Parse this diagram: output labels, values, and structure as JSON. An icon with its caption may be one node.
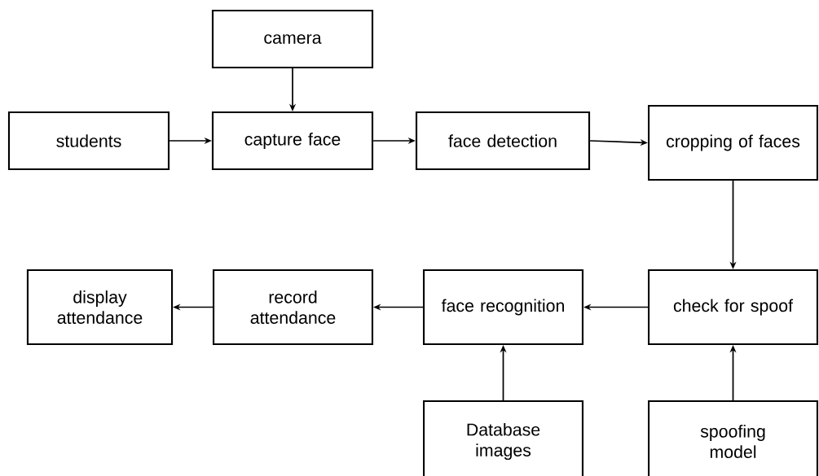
{
  "diagram": {
    "nodes": [
      {
        "text": [
          "camera"
        ]
      },
      {
        "text": [
          "students"
        ]
      },
      {
        "text": [
          "capture face"
        ]
      },
      {
        "text": [
          "face detection"
        ]
      },
      {
        "text": [
          "cropping of faces"
        ]
      },
      {
        "text": [
          "display attendance"
        ]
      },
      {
        "text": [
          "record attendance"
        ]
      },
      {
        "text": [
          "face recognition"
        ]
      },
      {
        "text": [
          "check for spoof"
        ]
      },
      {
        "text": [
          "Database images"
        ]
      },
      {
        "text": [
          "spoofing model"
        ]
      }
    ],
    "edges": [
      {
        "from": 0,
        "to": 2,
        "arrow": "to"
      },
      {
        "from": 1,
        "to": 2,
        "arrow": "to"
      },
      {
        "from": 2,
        "to": 3,
        "arrow": "to"
      },
      {
        "from": 3,
        "to": 4,
        "arrow": "to"
      },
      {
        "from": 4,
        "to": 8,
        "arrow": "to"
      },
      {
        "from": 8,
        "to": 7,
        "arrow": "to"
      },
      {
        "from": 7,
        "to": 6,
        "arrow": "to"
      },
      {
        "from": 6,
        "to": 5,
        "arrow": "to"
      },
      {
        "from": 9,
        "to": 7,
        "arrow": "to"
      },
      {
        "from": 10,
        "to": 8,
        "arrow": "to"
      }
    ]
  }
}
